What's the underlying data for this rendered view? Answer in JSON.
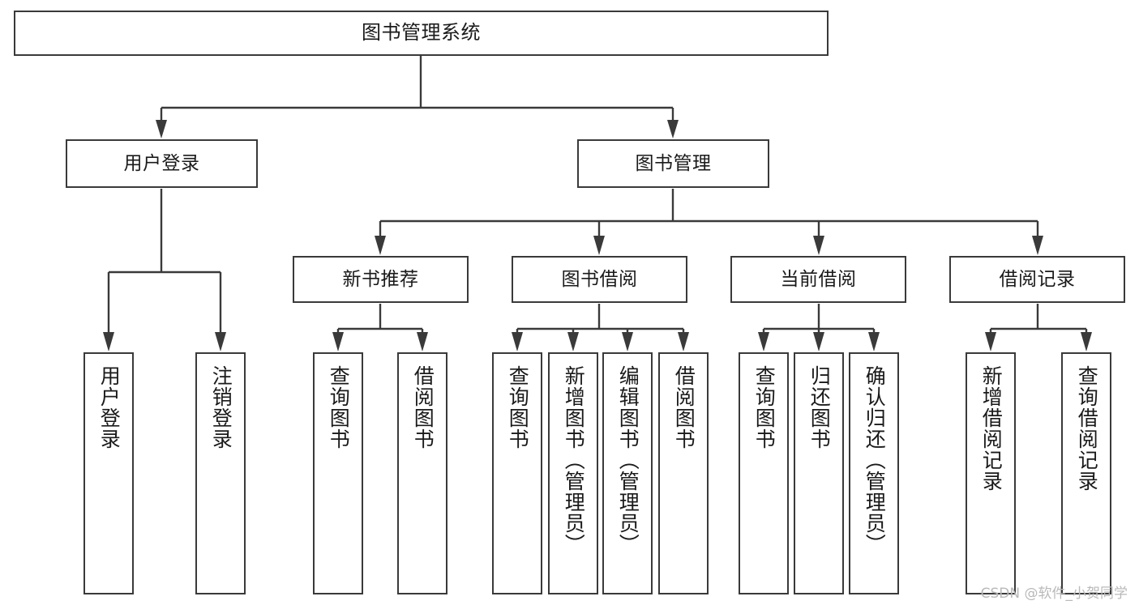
{
  "diagram": {
    "title": "图书管理系统",
    "watermark": "CSDN @软件_小贺同学",
    "root": {
      "label": "图书管理系统"
    },
    "level2": [
      {
        "label": "用户登录"
      },
      {
        "label": "图书管理"
      }
    ],
    "level3": [
      {
        "label": "新书推荐"
      },
      {
        "label": "图书借阅"
      },
      {
        "label": "当前借阅"
      },
      {
        "label": "借阅记录"
      }
    ],
    "leaves": {
      "user_login": [
        {
          "label": "用户登录"
        },
        {
          "label": "注销登录"
        }
      ],
      "new_book_recommend": [
        {
          "label": "查询图书"
        },
        {
          "label": "借阅图书"
        }
      ],
      "book_borrow": [
        {
          "label": "查询图书"
        },
        {
          "label": "新增图书（管理员）"
        },
        {
          "label": "编辑图书（管理员）"
        },
        {
          "label": "借阅图书"
        }
      ],
      "current_borrow": [
        {
          "label": "查询图书"
        },
        {
          "label": "归还图书"
        },
        {
          "label": "确认归还（管理员）"
        }
      ],
      "borrow_record": [
        {
          "label": "新增借阅记录"
        },
        {
          "label": "查询借阅记录"
        }
      ]
    },
    "colors": {
      "stroke": "#3a3a3a",
      "fill": "#ffffff",
      "text": "#1a1a1a",
      "watermark": "#b9b9b9"
    }
  }
}
